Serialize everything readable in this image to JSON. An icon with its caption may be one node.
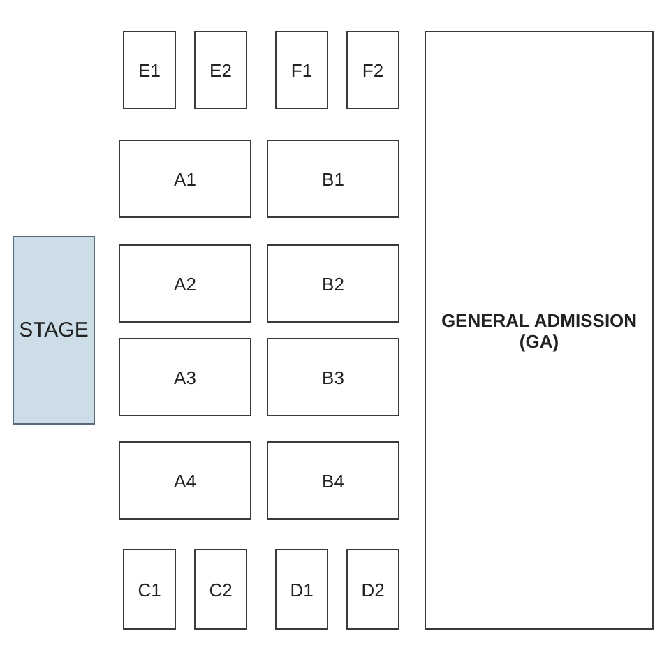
{
  "diagram": {
    "nodes": [
      {
        "text": [
          "E1"
        ]
      },
      {
        "text": [
          "E2"
        ]
      },
      {
        "text": [
          "F1"
        ]
      },
      {
        "text": [
          "F2"
        ]
      },
      {
        "text": [
          "GENERAL ADMISSION (GA)"
        ]
      },
      {
        "text": [
          "A1"
        ]
      },
      {
        "text": [
          "B1"
        ]
      },
      {
        "text": [
          "STAGE"
        ]
      },
      {
        "text": [
          "A2"
        ]
      },
      {
        "text": [
          "B2"
        ]
      },
      {
        "text": [
          "A3"
        ]
      },
      {
        "text": [
          "B3"
        ]
      },
      {
        "text": [
          "A4"
        ]
      },
      {
        "text": [
          "B4"
        ]
      },
      {
        "text": [
          "C1"
        ]
      },
      {
        "text": [
          "C2"
        ]
      },
      {
        "text": [
          "D1"
        ]
      },
      {
        "text": [
          "D2"
        ]
      }
    ]
  }
}
